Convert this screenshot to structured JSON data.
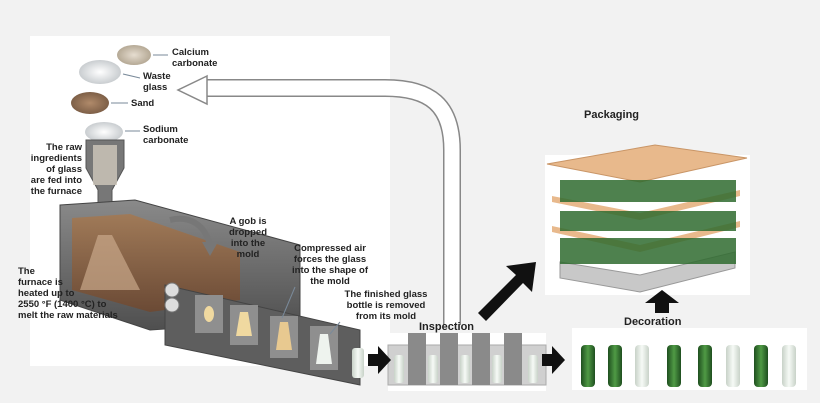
{
  "materials": {
    "calcium_carbonate": "Calcium\ncarbonate",
    "waste_glass": "Waste\nglass",
    "sand": "Sand",
    "sodium_carbonate": "Sodium\ncarbonate"
  },
  "steps": {
    "raw_fed": "The raw\ningredients\nof glass\nare fed into\nthe furnace",
    "furnace": "The\nfurnace is\nheated up to\n2550 °F (1400 °C) to\nmelt the raw materials",
    "gob": "A gob is\ndropped\ninto the\nmold",
    "compressed_air": "Compressed air\nforces the glass\ninto the shape of\nthe mold",
    "finished": "The finished glass\nbottle is removed\nfrom its mold",
    "inspection": "Inspection",
    "decoration": "Decoration",
    "packaging": "Packaging"
  },
  "colors": {
    "panel": "#ffffff",
    "machine": "#6e6e6e",
    "melt": "#8a6a50",
    "green_glass": "#2f6b2f",
    "clear_glass": "#dfe8e0",
    "pallet": "#e8b98c"
  }
}
